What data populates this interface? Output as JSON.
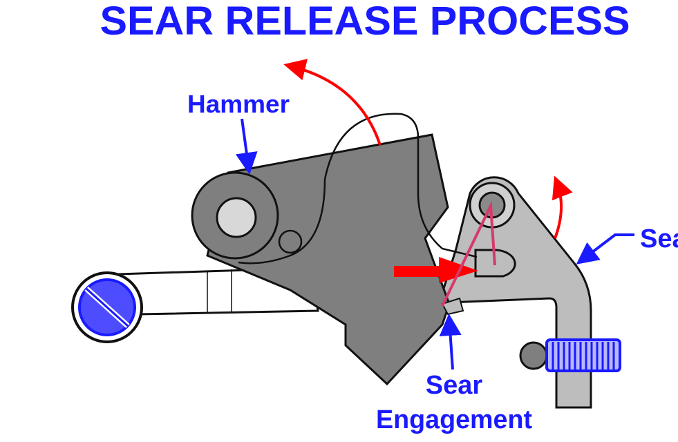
{
  "title": "SEAR RELEASE PROCESS",
  "labels": {
    "hammer": "Hammer",
    "sear": "Sear",
    "sear_engagement_line1": "Sear",
    "sear_engagement_line2": "Engagement"
  },
  "colors": {
    "label": "#1a1aff",
    "hammer": "#7f7f7f",
    "sear": "#bdbdbd",
    "motion_arrow": "#ff0000",
    "force_line": "#d63a6a"
  }
}
